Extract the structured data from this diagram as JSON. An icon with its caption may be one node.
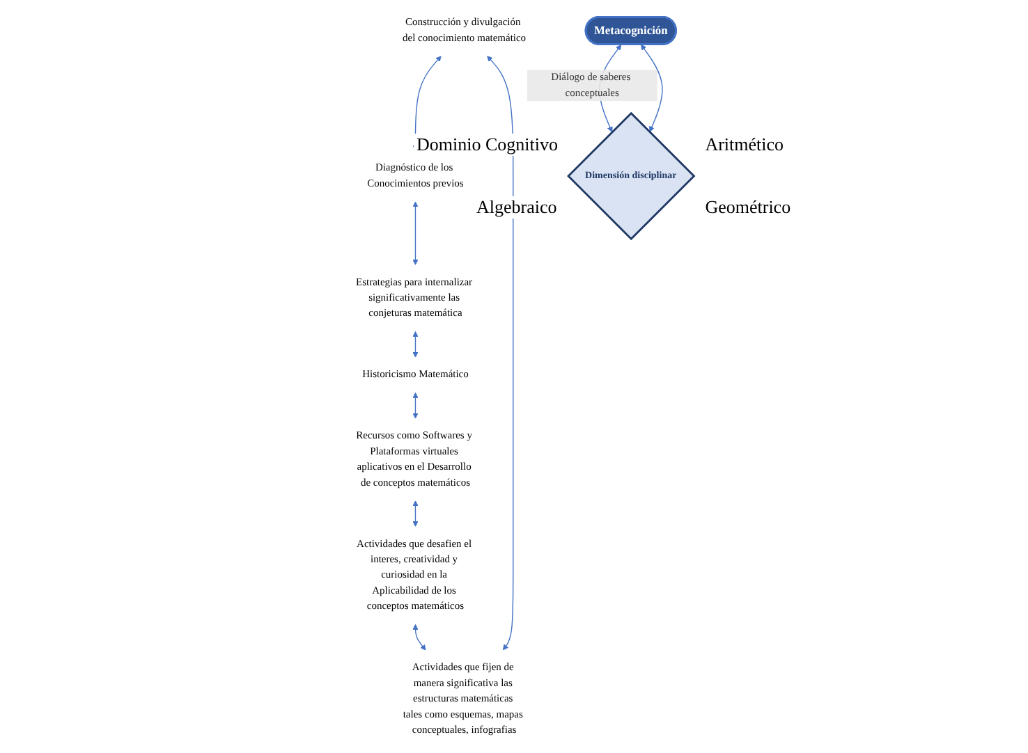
{
  "diagram": {
    "nodes": [
      {
        "text": [
          "Construcción y divulgación del conocimiento matemático"
        ]
      },
      {
        "text": [
          "Diagnóstico de los Conocimientos previos"
        ]
      },
      {
        "text": [
          "Estrategias para internalizar significativamente las conjeturas matemática"
        ]
      },
      {
        "text": [
          "Metacognición"
        ]
      },
      {
        "text": [
          "Dimensión disciplinar"
        ],
        "beside": [
          "Dominio Cognitivo",
          "Aritmético",
          "Algebraico",
          "Geométrico"
        ]
      },
      {
        "text": [
          "Historicismo Matemático"
        ]
      },
      {
        "text": [
          "Actividades que fijen de manera significativa las estructuras matemáticas tales como esquemas, mapas conceptuales, infografias"
        ]
      },
      {
        "text": [
          "Actividades que desafien el interes, creatividad y curiosidad en la Aplicabilidad de los conceptos matemáticos"
        ]
      },
      {
        "text": [
          "Recursos como Softwares y Plataformas virtuales aplicativos en el Desarrollo de conceptos matemáticos"
        ]
      }
    ],
    "edges": [
      {
        "from": 0,
        "to": 1,
        "arrow": "both"
      },
      {
        "from": 1,
        "to": 2,
        "arrow": "both"
      },
      {
        "from": 2,
        "to": 5,
        "arrow": "both"
      },
      {
        "from": 5,
        "to": 8,
        "arrow": "both"
      },
      {
        "from": 8,
        "to": 7,
        "arrow": "both"
      },
      {
        "from": 7,
        "to": 6,
        "arrow": "both"
      },
      {
        "from": 6,
        "to": 0,
        "arrow": "both"
      },
      {
        "from": 3,
        "to": 4,
        "arrow": "both",
        "label": "Diálogo de saberes conceptuales"
      },
      {
        "from": 4,
        "to": 3,
        "arrow": "both"
      }
    ]
  }
}
